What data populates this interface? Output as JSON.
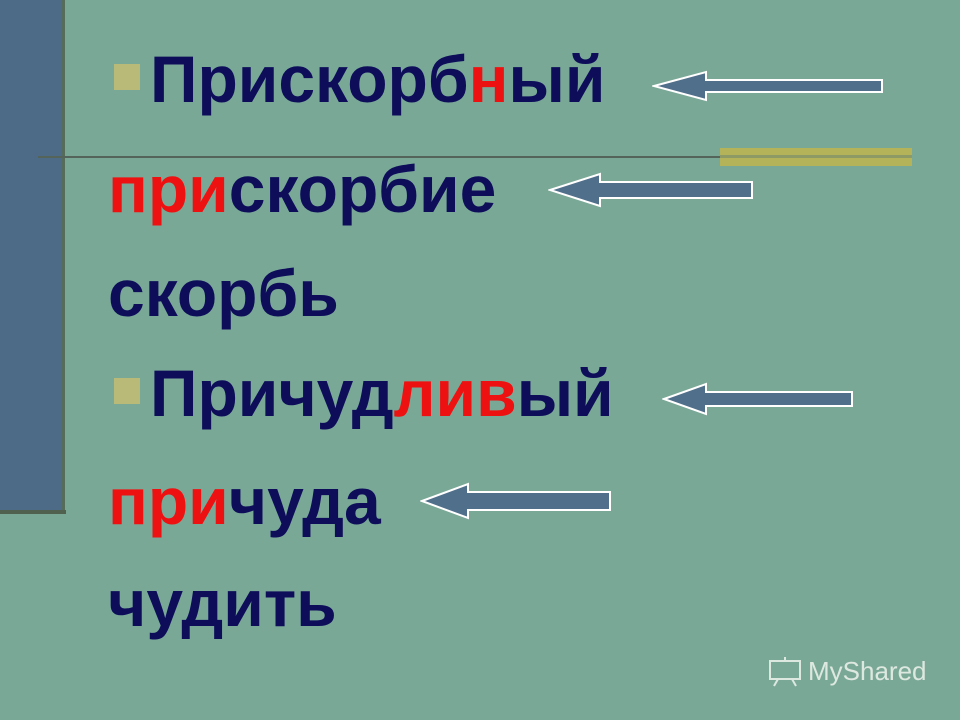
{
  "lines": [
    {
      "pre": "Прискорб",
      "hl": "н",
      "post": "ый"
    },
    {
      "pre": "",
      "hl": "при",
      "post": "скорбие"
    },
    {
      "text": "скорбь"
    },
    {
      "pre": "Причуд",
      "hl": "лив",
      "post": "ый"
    },
    {
      "pre": "",
      "hl": "при",
      "post": "чуда"
    },
    {
      "text": "чудить"
    }
  ],
  "watermark": "MyShared",
  "colors": {
    "background": "#7aa897",
    "text": "#0d0d5a",
    "highlight": "#ee1111",
    "arrow": "#4f6f8a",
    "sidebar": "#4d6b86"
  }
}
